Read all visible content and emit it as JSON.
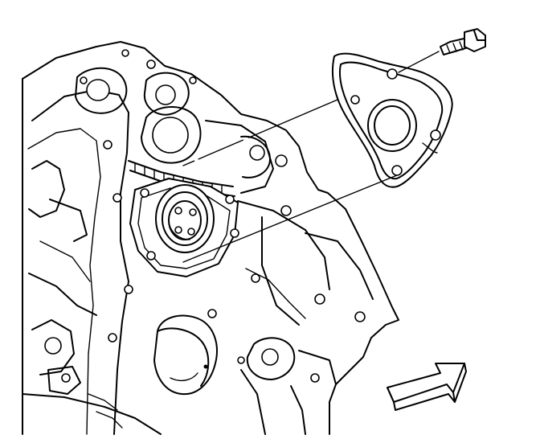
{
  "diagram": {
    "background": "#ffffff",
    "ink": "#000000",
    "parts": [
      {
        "id": "engine-block",
        "icon": "engine-block-front-face"
      },
      {
        "id": "seal-bore",
        "icon": "circular-bore"
      },
      {
        "id": "gasket-cover",
        "icon": "gasket-plate"
      },
      {
        "id": "bolt",
        "icon": "hex-bolt"
      },
      {
        "id": "cap-plug",
        "icon": "round-cap"
      },
      {
        "id": "orientation-arrow",
        "icon": "front-direction-arrow"
      }
    ]
  }
}
